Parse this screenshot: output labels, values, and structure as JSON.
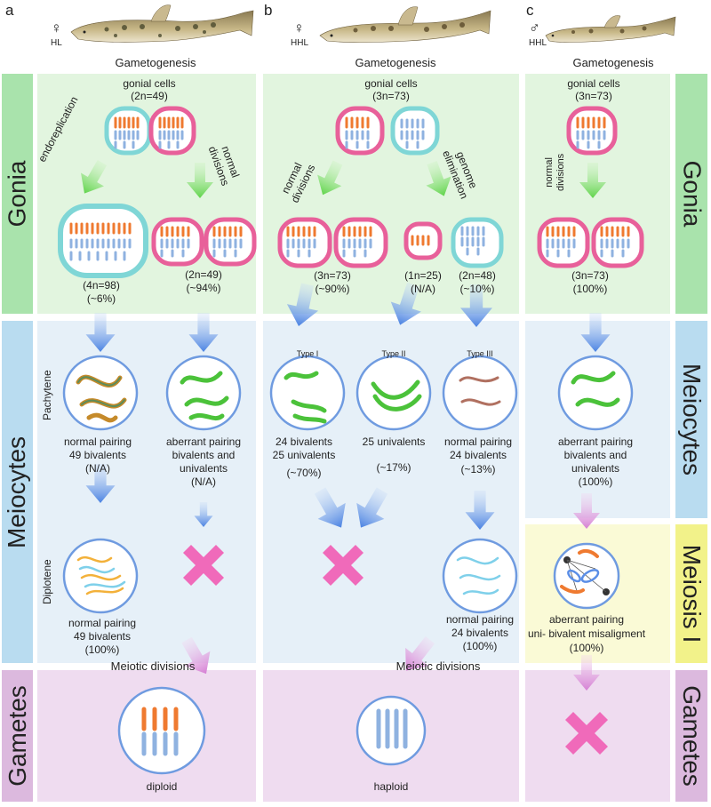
{
  "panels": {
    "a": {
      "letter": "a",
      "sex": "♀",
      "genotype": "HL",
      "gametogenesis": "Gametogenesis"
    },
    "b": {
      "letter": "b",
      "sex": "♀",
      "genotype": "HHL",
      "gametogenesis": "Gametogenesis"
    },
    "c": {
      "letter": "c",
      "sex": "♂",
      "genotype": "HHL",
      "gametogenesis": "Gametogenesis"
    }
  },
  "rows": {
    "gonia": "Gonia",
    "meiocytes": "Meiocytes",
    "meiosis1": "Meiosis I",
    "gametes": "Gametes"
  },
  "a": {
    "gonial_title": "gonial cells",
    "gonial_ploidy": "(2n=49)",
    "endo": "endoreplication",
    "normal_div_1": "normal",
    "normal_div_2": "divisions",
    "left_ploidy": "(4n=98)",
    "left_pct": "(~6%)",
    "right_ploidy": "(2n=49)",
    "right_pct": "(~94%)",
    "pachytene": "Pachytene",
    "diplotene": "Diplotene",
    "np1": "normal pairing",
    "np2": "49 bivalents",
    "np3": "(N/A)",
    "ap1": "aberrant pairing",
    "ap2": "bivalents and",
    "ap3": "univalents",
    "ap4": "(N/A)",
    "dp1": "normal pairing",
    "dp2": "49 bivalents",
    "dp3": "(100%)",
    "meiotic_div": "Meiotic divisions",
    "gamete": "diploid"
  },
  "b": {
    "gonial_title": "gonial cells",
    "gonial_ploidy": "(3n=73)",
    "normal_div_1": "normal",
    "normal_div_2": "divisions",
    "genome_1": "genome",
    "genome_2": "elimination",
    "p1_ploidy": "(3n=73)",
    "p1_pct": "(~90%)",
    "p2_ploidy": "(1n=25)",
    "p2_pct": "(N/A)",
    "p3_ploidy": "(2n=48)",
    "p3_pct": "(~10%)",
    "type1": "Type I",
    "type2": "Type II",
    "type3": "Type III",
    "t1a": "24 bivalents",
    "t1b": "25 univalents",
    "t1c": "(~70%)",
    "t2a": "25 univalents",
    "t2b": "(~17%)",
    "t3a": "normal pairing",
    "t3b": "24 bivalents",
    "t3c": "(~13%)",
    "dp1": "normal pairing",
    "dp2": "24 bivalents",
    "dp3": "(100%)",
    "meiotic_div": "Meiotic divisions",
    "gamete": "haploid"
  },
  "c": {
    "gonial_title": "gonial cells",
    "gonial_ploidy": "(3n=73)",
    "normal_div_1": "normal",
    "normal_div_2": "divisions",
    "ploidy": "(3n=73)",
    "pct": "(100%)",
    "ap1": "aberrant pairing",
    "ap2": "bivalents and",
    "ap3": "univalents",
    "ap4": "(100%)",
    "m1a": "aberrant pairing",
    "m1b": "uni- bivalent misaligment",
    "m1c": "(100%)"
  },
  "colors": {
    "gonia_bg": "#e2f5df",
    "gonia_label": "#a9e3ac",
    "meio_bg": "#e6f0f8",
    "meio_label": "#b9dcf0",
    "meiosis1_bg": "#fafad6",
    "meiosis1_label": "#f2f28a",
    "gametes_bg": "#efdcf0",
    "gametes_label": "#dcb9de",
    "pink": "#e8609a",
    "teal": "#7fd6d6",
    "orange": "#ef7a30",
    "blue_chrom": "#8fb2e0",
    "green_arrow": "#7ee06b",
    "blue_arrow": "#5b8ee6",
    "violet_arrow": "#d98ad6",
    "cross": "#f06aba"
  }
}
